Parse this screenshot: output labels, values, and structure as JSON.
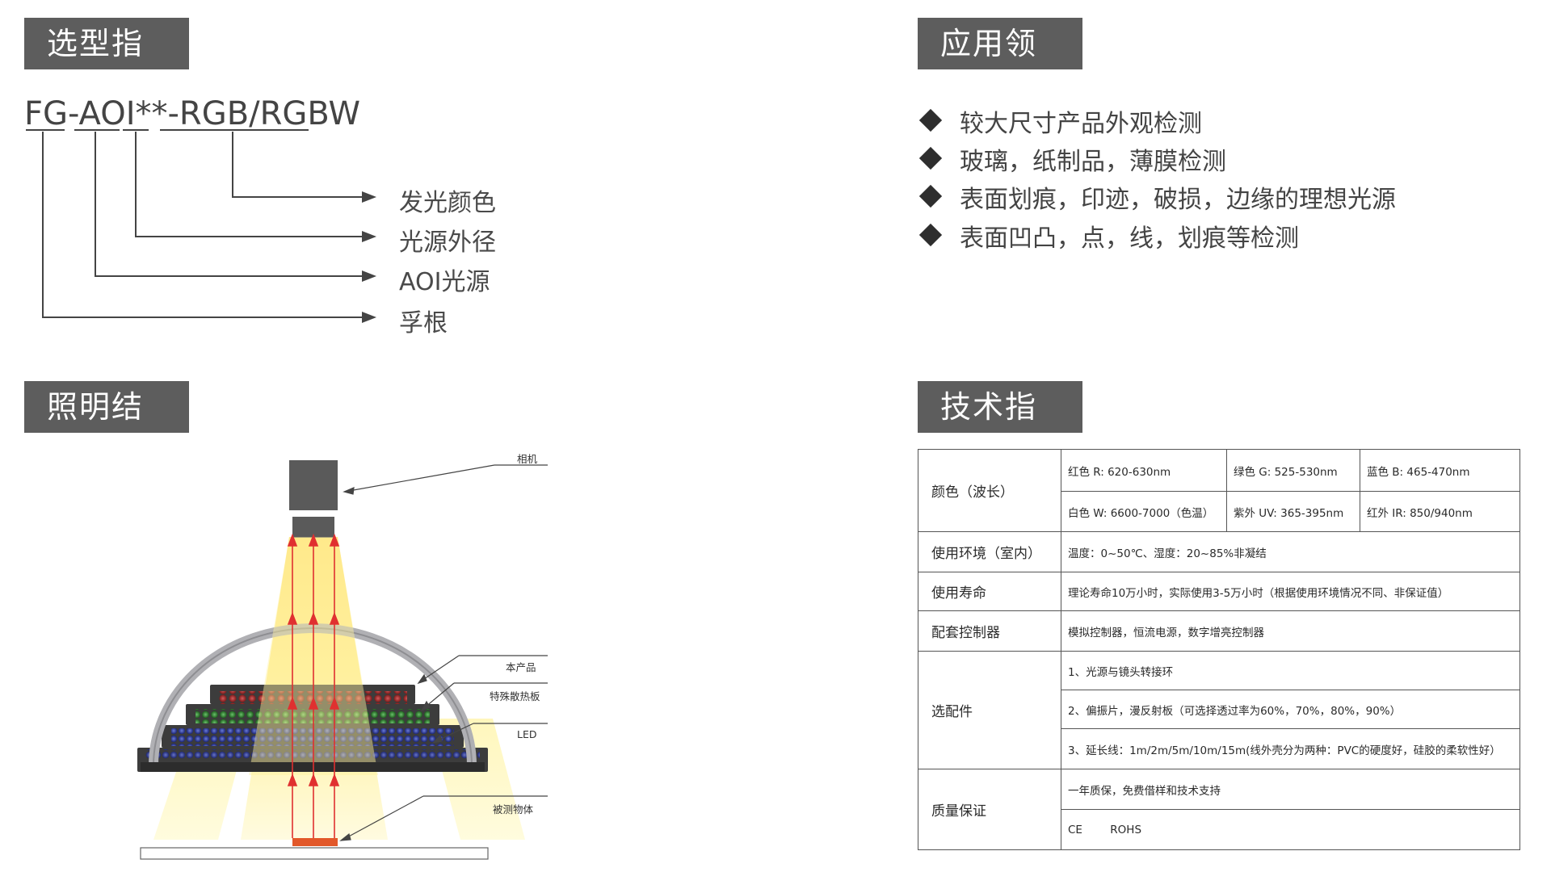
{
  "headers": {
    "selection": "选型指南",
    "application": "应用领域",
    "lighting": "照明结构",
    "tech": "技术指标"
  },
  "model": "FG-AOI**-RGB/RGBW",
  "model_labels": [
    "发光颜色",
    "光源外径",
    "AOI光源",
    "孚根"
  ],
  "applications": [
    "较大尺寸产品外观检测",
    "玻璃，纸制品，薄膜检测",
    "表面划痕，印迹，破损，边缘的理想光源",
    "表面凹凸，点，线，划痕等检测"
  ],
  "diagram_labels": {
    "camera": "相机",
    "product": "本产品",
    "heatsink": "特殊散热板",
    "led": "LED",
    "object": "被测物体"
  },
  "spec": {
    "color": {
      "name": "颜色（波长）",
      "r": "红色 R: 620-630nm",
      "g": "绿色 G: 525-530nm",
      "b": "蓝色 B: 465-470nm",
      "w": "白色 W: 6600-7000（色温）",
      "uv": "紫外 UV: 365-395nm",
      "ir": "红外 IR: 850/940nm"
    },
    "env": {
      "name": "使用环境（室内）",
      "value": "温度：0~50℃、湿度：20~85%非凝结"
    },
    "life": {
      "name": "使用寿命",
      "value": "理论寿命10万小时，实际使用3-5万小时（根据使用环境情况不同、非保证值）"
    },
    "ctrl": {
      "name": "配套控制器",
      "value": "模拟控制器，恒流电源，数字增亮控制器"
    },
    "acc": {
      "name": "选配件",
      "v1": "1、光源与镜头转接环",
      "v2": "2、偏振片，漫反射板（可选择透过率为60%，70%，80%，90%）",
      "v3": "3、延长线：1m/2m/5m/10m/15m(线外壳分为两种：PVC的硬度好，硅胶的柔软性好）"
    },
    "qa": {
      "name": "质量保证",
      "v1": "一年质保，免费借样和技术支持",
      "v2": "CE        ROHS"
    }
  }
}
